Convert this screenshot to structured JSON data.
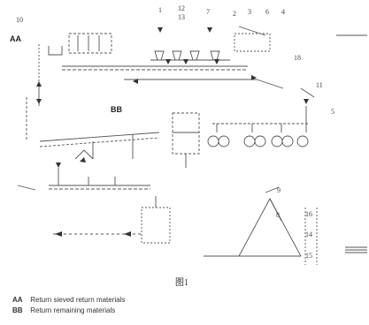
{
  "figure_caption": "图1",
  "markers": {
    "aa": "AA",
    "bb": "BB"
  },
  "legend": [
    {
      "key": "AA",
      "text": "Return sieved return materials"
    },
    {
      "key": "BB",
      "text": "Return remaining materials"
    }
  ],
  "part_numbers": {
    "n10": "10",
    "n1": "1",
    "n12": "12",
    "n13": "13",
    "n7": "7",
    "n2": "2",
    "n3": "3",
    "n6": "6",
    "n4": "4",
    "n18": "18",
    "n11": "11",
    "n5": "5",
    "n9": "9",
    "n8": "8",
    "n16": "16",
    "n14": "14",
    "n15": "15"
  },
  "colors": {
    "line": "#555555",
    "text": "#222222",
    "background": "#ffffff"
  }
}
